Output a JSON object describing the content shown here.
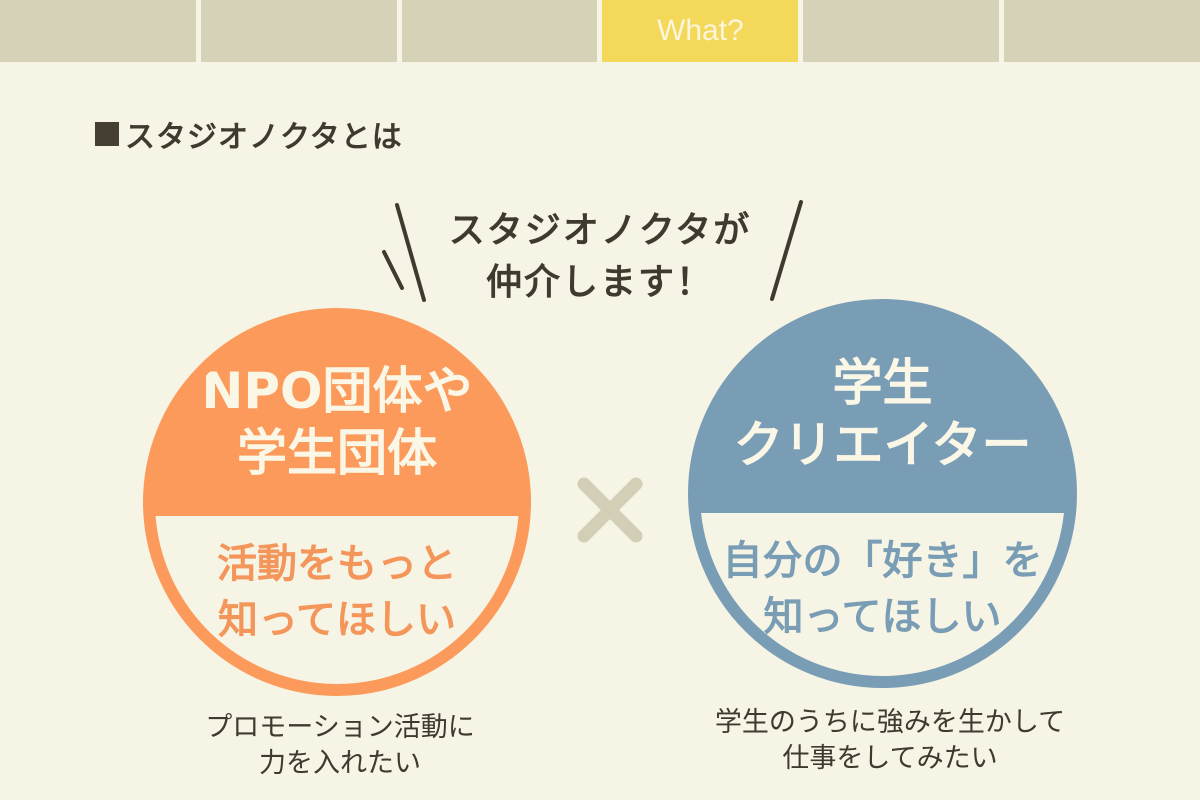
{
  "nav": {
    "tabs": [
      {
        "label": "",
        "active": false
      },
      {
        "label": "",
        "active": false
      },
      {
        "label": "",
        "active": false
      },
      {
        "label": "What?",
        "active": true
      },
      {
        "label": "",
        "active": false
      },
      {
        "label": "",
        "active": false
      }
    ]
  },
  "section": {
    "bullet_icon": "black-square",
    "title": "スタジオノクタとは"
  },
  "callout": {
    "line1": "スタジオノクタが",
    "line2": "仲介します！"
  },
  "left_circle": {
    "color": "#fb9a5a",
    "title_line1": "NPO団体や",
    "title_line2": "学生団体",
    "subtitle_line1": "活動をもっと",
    "subtitle_line2": "知ってほしい",
    "caption_line1": "プロモーション活動に",
    "caption_line2": "力を入れたい"
  },
  "connector": {
    "icon": "cross-icon",
    "color": "#d3cfb7"
  },
  "right_circle": {
    "color": "#7a9db6",
    "title_line1": "学生",
    "title_line2": "クリエイター",
    "subtitle_line1": "自分の「好き」を",
    "subtitle_line2": "知ってほしい",
    "caption_line1": "学生のうちに強みを生かして",
    "caption_line2": "仕事をしてみたい"
  },
  "colors": {
    "background": "#f6f4e4",
    "tab_inactive": "#d6d2b8",
    "tab_active": "#f3d85a",
    "text": "#3f3a30"
  }
}
